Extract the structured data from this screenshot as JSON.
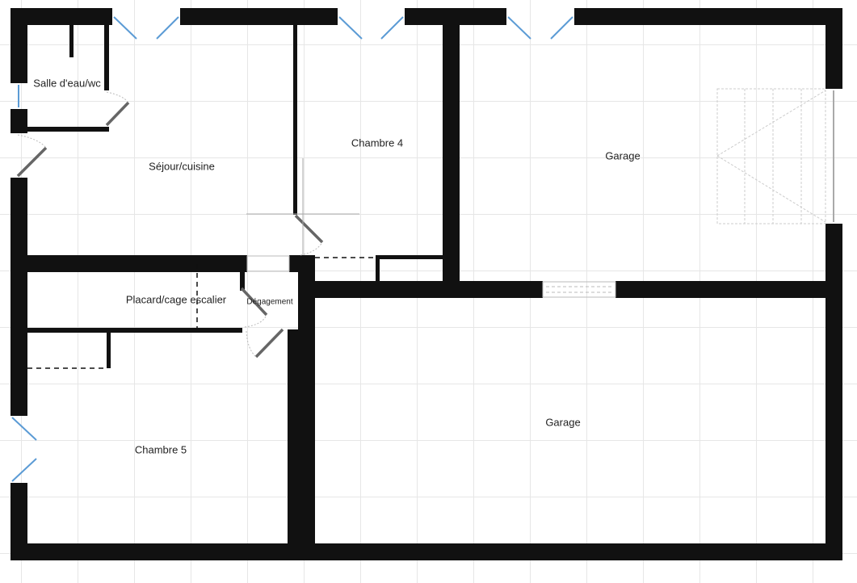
{
  "plan": {
    "rooms": [
      {
        "id": "salle-eau",
        "label": "Salle d'eau/wc"
      },
      {
        "id": "sejour",
        "label": "Séjour/cuisine"
      },
      {
        "id": "chambre4",
        "label": "Chambre 4"
      },
      {
        "id": "garage1",
        "label": "Garage"
      },
      {
        "id": "placard",
        "label": "Placard/cage escalier"
      },
      {
        "id": "degagement",
        "label": "Dégagement"
      },
      {
        "id": "garage2",
        "label": "Garage"
      },
      {
        "id": "chambre5",
        "label": "Chambre 5"
      }
    ],
    "colors": {
      "wall": "#111111",
      "window": "#5b9bd5",
      "door": "#666666",
      "grid": "#e6e6e6"
    }
  }
}
